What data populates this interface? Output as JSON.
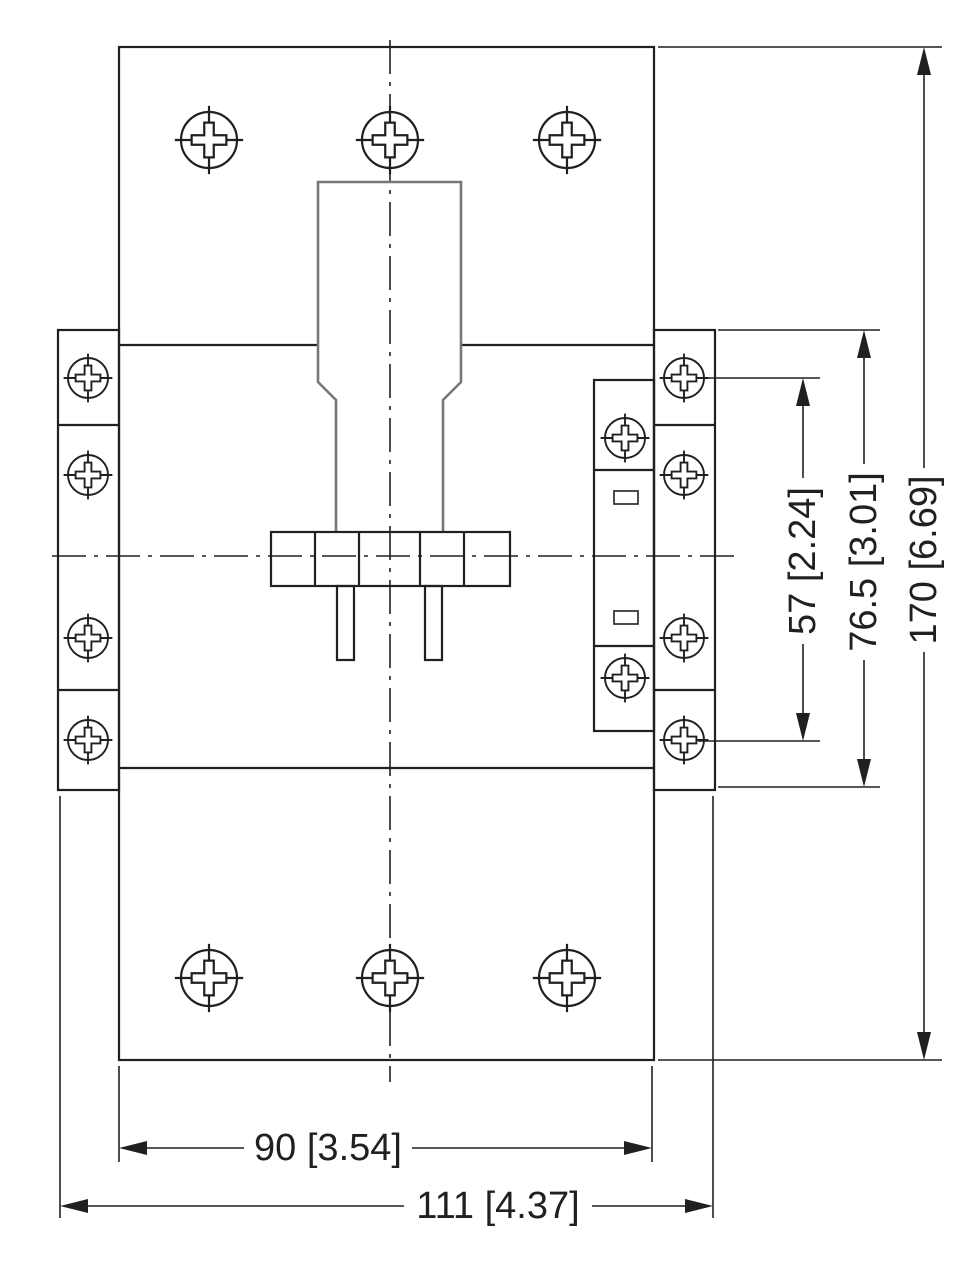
{
  "dimensions": {
    "width_inner": "90 [3.54]",
    "width_overall": "111 [4.37]",
    "height_overall": "170 [6.69]",
    "height_terminals": "76.5 [3.01]",
    "height_aux": "57 [2.24]"
  },
  "colors": {
    "line": "#231f20",
    "grey_outline": "#777777"
  }
}
